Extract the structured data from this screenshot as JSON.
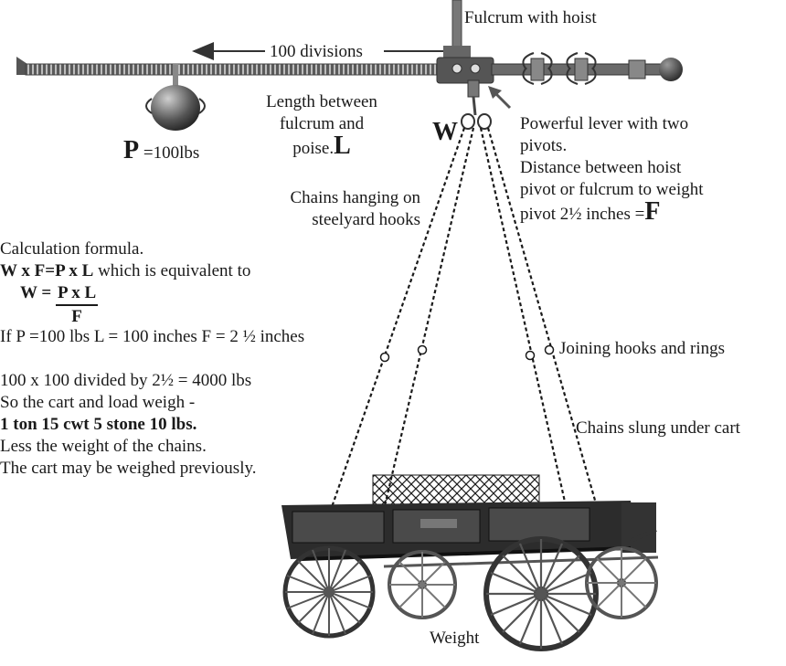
{
  "labels": {
    "fulcrum": "Fulcrum with hoist",
    "divisions": "100 divisions",
    "length_line1": "Length between",
    "length_line2": "fulcrum and",
    "length_line3": "poise.",
    "length_symbol": "L",
    "w_symbol": "W",
    "p_symbol": "P",
    "p_value": "=100lbs",
    "lever_line1": "Powerful lever with two",
    "lever_line2": "pivots.",
    "lever_line3": "Distance between hoist",
    "lever_line4": "pivot or fulcrum to weight",
    "lever_line5": "pivot 2½  inches =",
    "f_symbol": "F",
    "chains_hanging_1": "Chains hanging on",
    "chains_hanging_2": "steelyard hooks",
    "joining": "Joining hooks and rings",
    "slung": "Chains slung under cart",
    "weight": "Weight"
  },
  "formula": {
    "heading": "Calculation formula.",
    "equation_lhs": "W x F=P x L",
    "equation_rest": " which is equivalent to",
    "w_equals": "W =",
    "numerator": "P x L",
    "denominator": "F",
    "given": "If  P =100 lbs L = 100 inches F = 2 ½  inches",
    "calc": "100 x 100 divided by 2½  = 4000 lbs",
    "cart_weigh": "So the cart and load weigh -",
    "result": "1 ton 15 cwt 5 stone 10 lbs.",
    "less": "Less the weight of the chains.",
    "previously": "The cart may be weighed previously."
  },
  "colors": {
    "ink": "#1a1a1a",
    "wagon": "#3a3a3a",
    "bar": "#555555"
  }
}
